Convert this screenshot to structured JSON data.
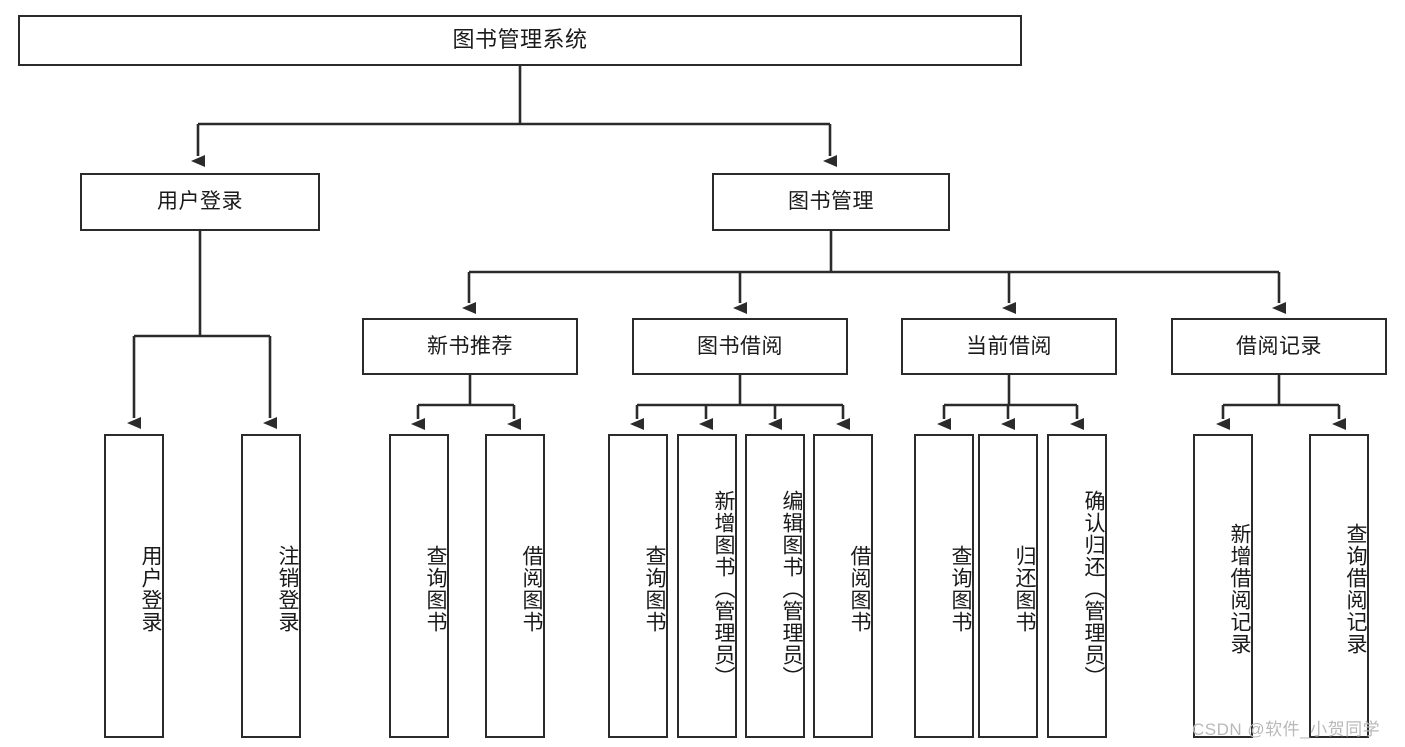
{
  "diagram": {
    "type": "tree-hierarchy",
    "title": "图书管理系统",
    "orientation": "top-down",
    "levels": 4,
    "nodes": {
      "root": {
        "label": "图书管理系统"
      },
      "level2": [
        {
          "id": "user-login",
          "label": "用户登录"
        },
        {
          "id": "book-manage",
          "label": "图书管理"
        }
      ],
      "level3": [
        {
          "id": "new-book-recommend",
          "label": "新书推荐"
        },
        {
          "id": "book-borrow",
          "label": "图书借阅"
        },
        {
          "id": "current-borrow",
          "label": "当前借阅"
        },
        {
          "id": "borrow-record",
          "label": "借阅记录"
        }
      ],
      "leaves_user_login": [
        {
          "id": "leaf-user-login",
          "label": "用户登录"
        },
        {
          "id": "leaf-logout-login",
          "label": "注销登录"
        }
      ],
      "leaves_new_book_recommend": [
        {
          "id": "leaf-query-book-1",
          "label": "查询图书"
        },
        {
          "id": "leaf-borrow-book-1",
          "label": "借阅图书"
        }
      ],
      "leaves_book_borrow": [
        {
          "id": "leaf-query-book-2",
          "label": "查询图书"
        },
        {
          "id": "leaf-add-book-admin",
          "label": "新增图书（管理员）"
        },
        {
          "id": "leaf-edit-book-admin",
          "label": "编辑图书（管理员）"
        },
        {
          "id": "leaf-borrow-book-2",
          "label": "借阅图书"
        }
      ],
      "leaves_current_borrow": [
        {
          "id": "leaf-query-book-3",
          "label": "查询图书"
        },
        {
          "id": "leaf-return-book",
          "label": "归还图书"
        },
        {
          "id": "leaf-confirm-return-admin",
          "label": "确认归还（管理员）"
        }
      ],
      "leaves_borrow_record": [
        {
          "id": "leaf-add-borrow-record",
          "label": "新增借阅记录"
        },
        {
          "id": "leaf-query-borrow-record",
          "label": "查询借阅记录"
        }
      ]
    },
    "edges": [
      {
        "from": "图书管理系统",
        "to": "用户登录"
      },
      {
        "from": "图书管理系统",
        "to": "图书管理"
      },
      {
        "from": "用户登录",
        "to": "用户登录"
      },
      {
        "from": "用户登录",
        "to": "注销登录"
      },
      {
        "from": "图书管理",
        "to": "新书推荐"
      },
      {
        "from": "图书管理",
        "to": "图书借阅"
      },
      {
        "from": "图书管理",
        "to": "当前借阅"
      },
      {
        "from": "图书管理",
        "to": "借阅记录"
      },
      {
        "from": "新书推荐",
        "to": "查询图书"
      },
      {
        "from": "新书推荐",
        "to": "借阅图书"
      },
      {
        "from": "图书借阅",
        "to": "查询图书"
      },
      {
        "from": "图书借阅",
        "to": "新增图书（管理员）"
      },
      {
        "from": "图书借阅",
        "to": "编辑图书（管理员）"
      },
      {
        "from": "图书借阅",
        "to": "借阅图书"
      },
      {
        "from": "当前借阅",
        "to": "查询图书"
      },
      {
        "from": "当前借阅",
        "to": "归还图书"
      },
      {
        "from": "当前借阅",
        "to": "确认归还（管理员）"
      },
      {
        "from": "借阅记录",
        "to": "新增借阅记录"
      },
      {
        "from": "借阅记录",
        "to": "查询借阅记录"
      }
    ],
    "colors": {
      "stroke": "#2b2b2b",
      "fill": "#ffffff",
      "text": "#1a1a1a",
      "watermark": "#b9b9b9"
    }
  },
  "watermark": {
    "text": "CSDN @软件_小贺同学"
  }
}
